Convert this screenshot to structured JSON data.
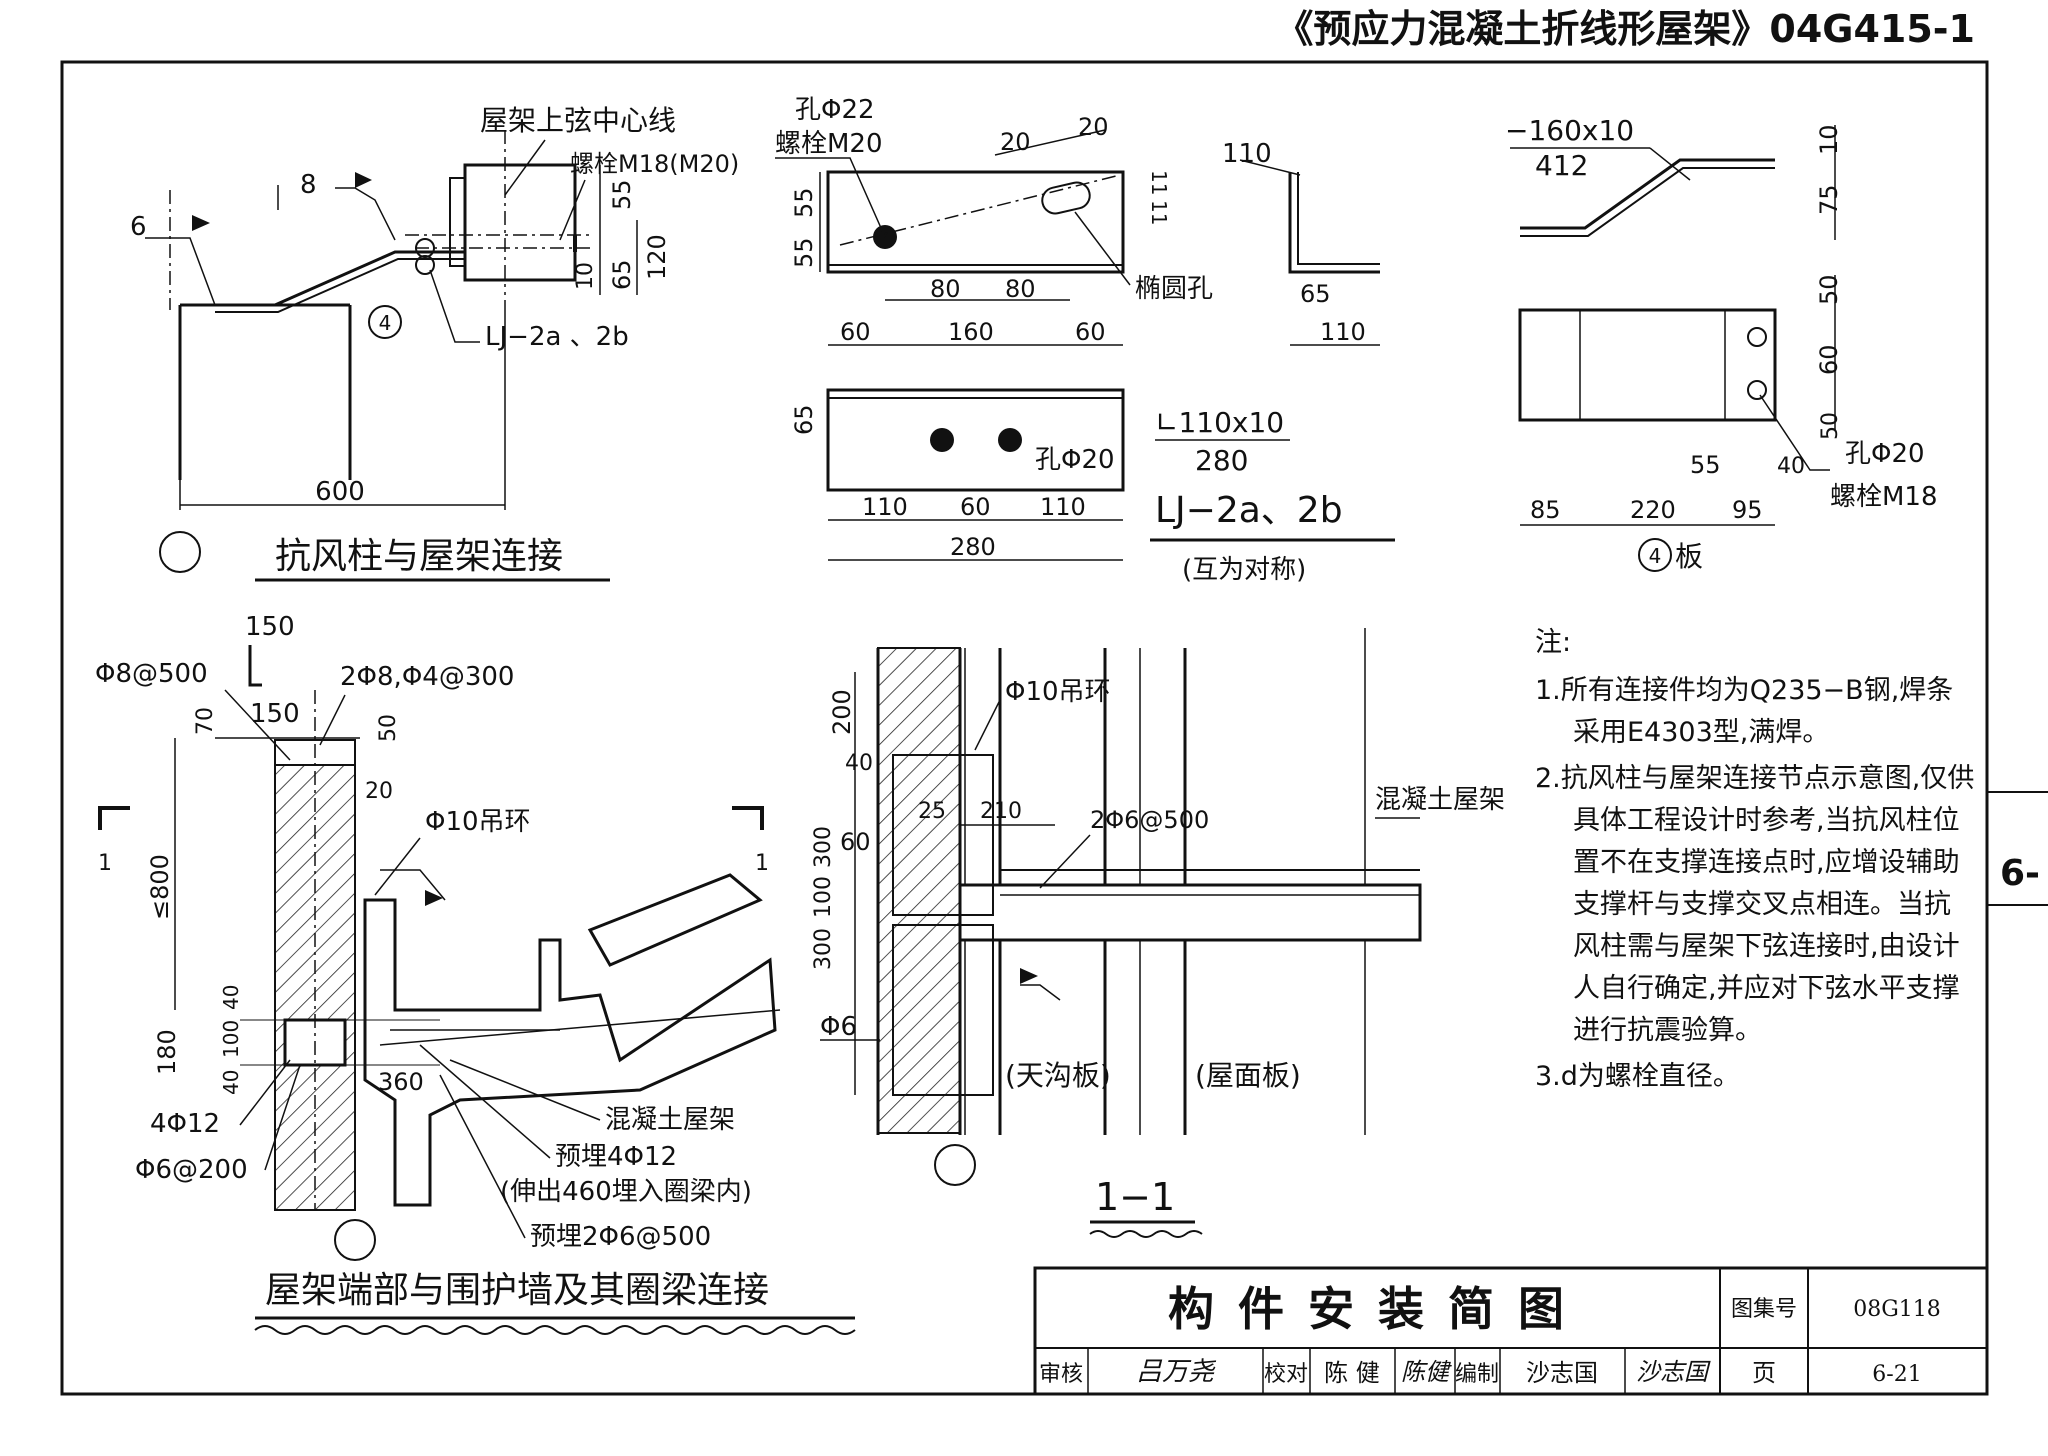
{
  "sheet_header": "《预应力混凝土折线形屋架》04G415-1",
  "edge_mark": "6-",
  "views": {
    "wind_column": {
      "title": "抗风柱与屋架连接",
      "labels": {
        "centerline": "屋架上弦中心线",
        "bolt": "螺栓M18(M20)",
        "weld_size_8": "8",
        "weld_size_6": "6",
        "part": "LJ−2a 、2b",
        "detail_ref": "4",
        "span": "600"
      },
      "dims": [
        "55",
        "10",
        "65",
        "120"
      ]
    },
    "lj_part": {
      "title": "LJ−2a、2b",
      "subtitle": "(互为对称)",
      "labels": {
        "hole22": "孔Φ22",
        "bolt_m20": "螺栓M20",
        "oval_hole": "椭圆孔",
        "hole20": "孔Φ20",
        "angle_spec": "∟110x10",
        "angle_len": "280"
      },
      "top_dims": [
        "20",
        "20",
        "110"
      ],
      "left_dims": [
        "55",
        "55",
        "65"
      ],
      "bottom_dims_a": [
        "80",
        "80"
      ],
      "bottom_dims_b": [
        "60",
        "160",
        "60"
      ],
      "side_dims": [
        "11",
        "11",
        "65",
        "110"
      ],
      "lower_dims": [
        "110",
        "60",
        "110",
        "280"
      ]
    },
    "plate4": {
      "title": "板",
      "ref": "4",
      "labels": {
        "spec": "−160x10",
        "len": "412",
        "hole20": "孔Φ20",
        "bolt": "螺栓M18"
      },
      "right_dims": [
        "10",
        "75",
        "50",
        "60",
        "50"
      ],
      "bottom_dims": [
        "55",
        "40",
        "85",
        "220",
        "95"
      ]
    },
    "truss_end": {
      "title": "屋架端部与围护墙及其圈梁连接",
      "section_mark": "1",
      "labels": {
        "top_bar": "Φ8@500",
        "top_bar2": "2Φ8,Φ4@300",
        "ring": "Φ10吊环",
        "main_bar": "4Φ12",
        "stirrup": "Φ6@200",
        "truss": "混凝土屋架",
        "embed1": "预埋4Φ12",
        "embed1_note": "(伸出460埋入圈梁内)",
        "embed2": "预埋2Φ6@500"
      },
      "dims": [
        "150",
        "150",
        "70",
        "50",
        "20",
        "≤800",
        "40",
        "100",
        "40",
        "180",
        "360"
      ]
    },
    "section_1_1": {
      "title": "1−1",
      "labels": {
        "ring": "Φ10吊环",
        "tie": "2Φ6@500",
        "bar": "Φ6",
        "truss": "混凝土屋架",
        "gutter": "(天沟板)",
        "roof": "(屋面板)"
      },
      "dims": [
        "200",
        "40",
        "25",
        "210",
        "300",
        "60",
        "100",
        "300"
      ]
    }
  },
  "notes": {
    "title": "注:",
    "items": [
      "1.所有连接件均为Q235−B钢,焊条采用E4303型,满焊。",
      "2.抗风柱与屋架连接节点示意图,仅供具体工程设计时参考,当抗风柱位置不在支撑连接点时,应增设辅助支撑杆与支撑交叉点相连。当抗风柱需与屋架下弦连接时,由设计人自行确定,并应对下弦水平支撑进行抗震验算。",
      "3.d为螺栓直径。"
    ]
  },
  "title_block": {
    "title": "构件安装简图",
    "atlas_label": "图集号",
    "atlas_no": "08G118",
    "review_label": "审核",
    "review_sig": "吕万尧",
    "check_label": "校对",
    "check_name": "陈 健",
    "check_sig": "陈健",
    "draw_label": "编制",
    "draw_name": "沙志国",
    "draw_sig": "沙志国",
    "page_label": "页",
    "page_no": "6-21"
  }
}
